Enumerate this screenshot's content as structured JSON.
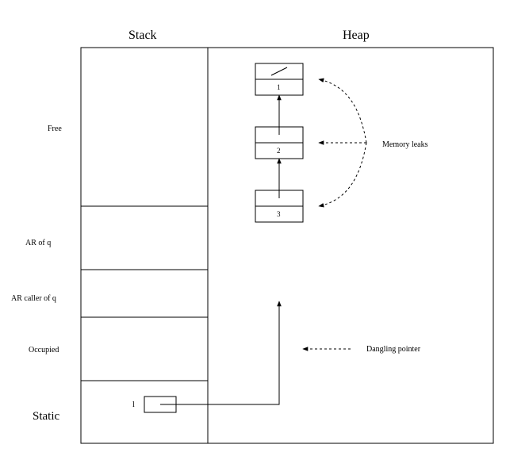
{
  "headers": {
    "stack": "Stack",
    "heap": "Heap"
  },
  "stack_regions": [
    {
      "id": "free",
      "label": "Free"
    },
    {
      "id": "ar-q",
      "label": "AR of q"
    },
    {
      "id": "ar-caller",
      "label": "AR caller of q"
    },
    {
      "id": "occupied",
      "label": "Occupied"
    },
    {
      "id": "static",
      "label": "Static"
    }
  ],
  "static_variable": {
    "label": "l"
  },
  "heap_nodes": [
    {
      "value": "1",
      "next": "null"
    },
    {
      "value": "2",
      "next": "1"
    },
    {
      "value": "3",
      "next": "2"
    }
  ],
  "annotations": {
    "memory_leaks": "Memory leaks",
    "dangling_pointer": "Dangling pointer"
  }
}
